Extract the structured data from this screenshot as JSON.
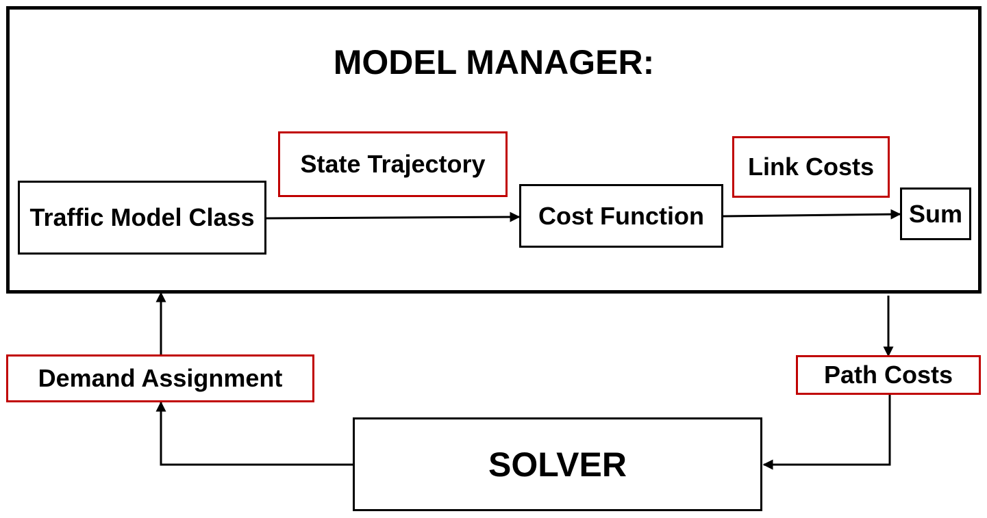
{
  "colors": {
    "stroke": "#000000",
    "highlight_border": "#c00000",
    "background": "#ffffff"
  },
  "manager": {
    "title": "MODEL MANAGER:"
  },
  "nodes": {
    "traffic_model_class": "Traffic Model Class",
    "state_trajectory": "State Trajectory",
    "cost_function": "Cost Function",
    "link_costs": "Link Costs",
    "sum": "Sum",
    "demand_assignment": "Demand Assignment",
    "path_costs": "Path Costs",
    "solver": "SOLVER"
  }
}
